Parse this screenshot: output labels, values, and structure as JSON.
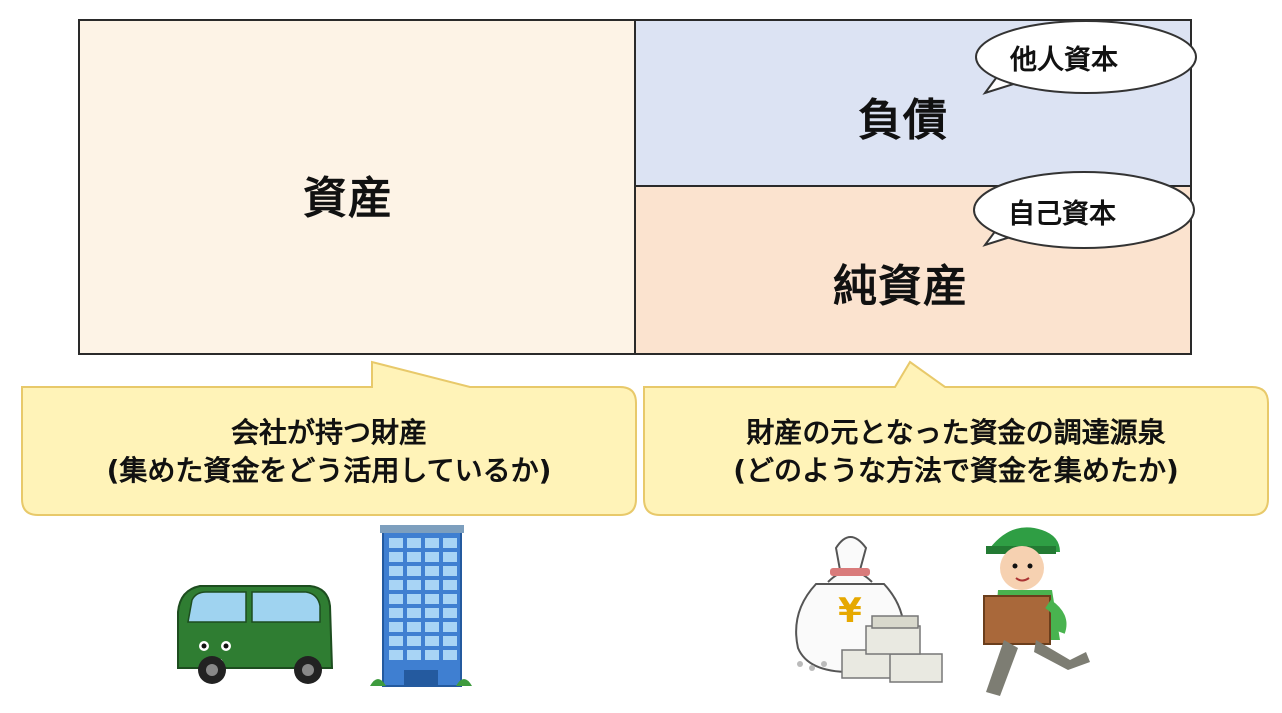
{
  "diagram": {
    "assets_label": "資産",
    "liabilities_label": "負債",
    "liabilities_tag": "他人資本",
    "net_assets_label": "純資産",
    "net_assets_tag": "自己資本"
  },
  "left_callout": {
    "line1": "会社が持つ財産",
    "line2": "(集めた資金をどう活用しているか)"
  },
  "right_callout": {
    "line1": "財産の元となった資金の調達源泉",
    "line2": "(どのような方法で資金を集めたか)"
  },
  "illustrations": {
    "money_bag_symbol": "¥"
  },
  "colors": {
    "assets_bg": "#fdf3e6",
    "liabilities_bg": "#dce3f3",
    "net_assets_bg": "#fbe3cf",
    "callout_bg": "#fff3b8",
    "callout_border": "#e8c96a"
  }
}
